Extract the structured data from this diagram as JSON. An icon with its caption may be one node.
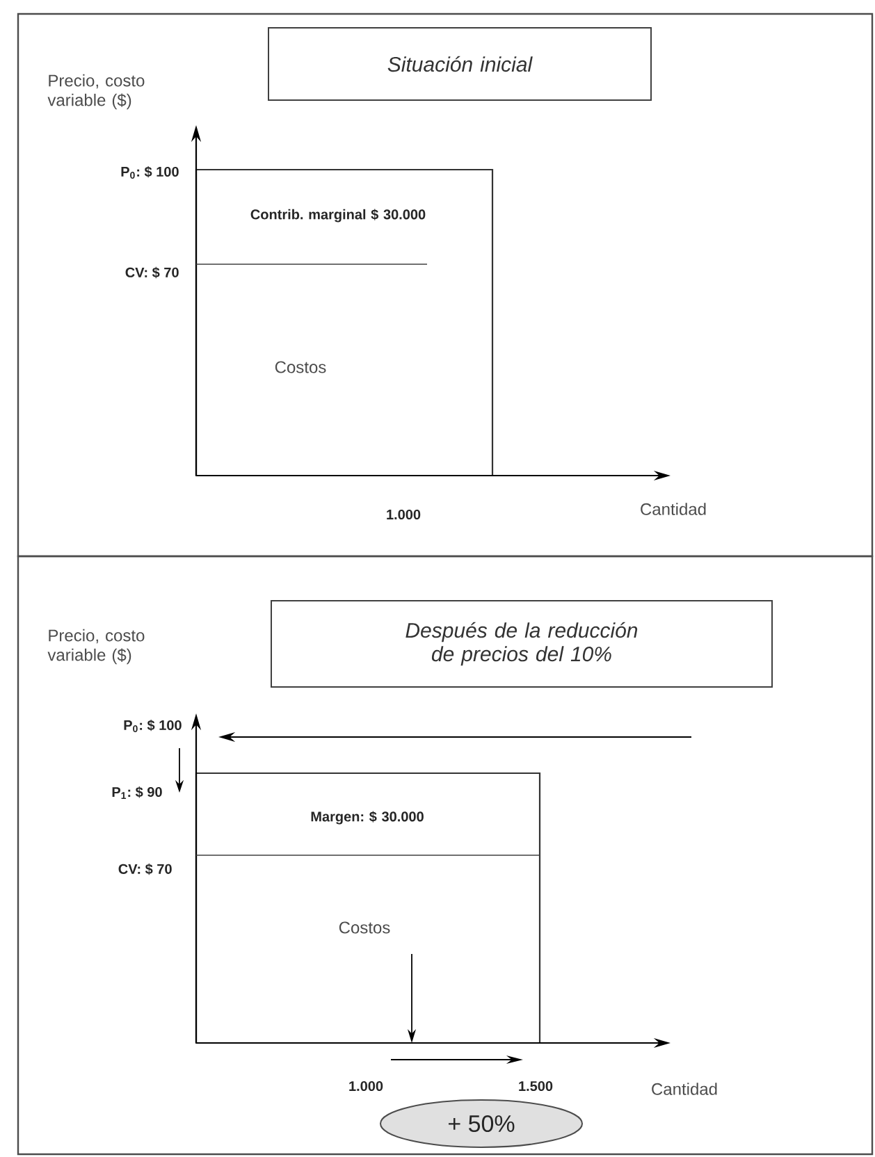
{
  "diagram": {
    "nodes": [
      {
        "text": [
          "Situación inicial"
        ]
      },
      {
        "text": [
          "Contrib. marginal $ 30.000",
          "Costos"
        ]
      },
      {
        "text": [
          "Después de la reducción de precios del 10%"
        ]
      },
      {
        "text": [
          "Margen: $ 30.000",
          "Costos"
        ]
      },
      {
        "text": [
          "+ 50%"
        ]
      }
    ],
    "labels": [
      "Precio, costo variable ($)",
      "P$_{0}$: $ 100",
      "CV: $ 70",
      "1.000",
      "Cantidad",
      "Precio, costo variable ($)",
      "P$_{0}$: $ 100",
      "P$_{1}$: $ 90",
      "CV: $ 70",
      "1.000",
      "1.500",
      "Cantidad"
    ]
  }
}
